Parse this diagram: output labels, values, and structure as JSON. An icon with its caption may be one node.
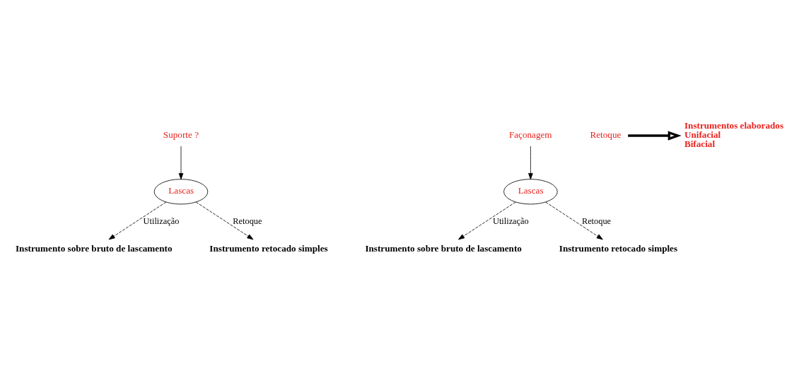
{
  "diagram": {
    "nodes": [
      {
        "text": [
          "Suporte ?"
        ]
      },
      {
        "text": [
          "Façonagem"
        ]
      },
      {
        "text": [
          "Lascas"
        ]
      },
      {
        "text": [
          "Instrumento sobre bruto de lascamento"
        ]
      },
      {
        "text": [
          "Instrumento retocado simples"
        ]
      },
      {
        "text": [
          "Retoque"
        ]
      },
      {
        "text": [
          "Lascas"
        ]
      },
      {
        "text": [
          "Instrumentos elaborados",
          "Unifacial",
          "Bifacial"
        ]
      },
      {
        "text": [
          "Instrumento sobre bruto de lascamento"
        ]
      },
      {
        "text": [
          "Instrumento retocado simples"
        ]
      }
    ],
    "edges": [
      {
        "from": 0,
        "to": 2,
        "arrow": "to"
      },
      {
        "from": 1,
        "to": 6,
        "arrow": "to"
      },
      {
        "from": 2,
        "to": 3,
        "arrow": "to",
        "label": "Utilização",
        "style": "dashed"
      },
      {
        "from": 2,
        "to": 4,
        "arrow": "to",
        "label": "Retoque",
        "style": "dashed"
      },
      {
        "from": 5,
        "to": 7,
        "arrow": "to",
        "style": "thick"
      },
      {
        "from": 6,
        "to": 8,
        "arrow": "to",
        "label": "Utilização",
        "style": "dashed"
      },
      {
        "from": 6,
        "to": 9,
        "arrow": "to",
        "label": "Retoque",
        "style": "dashed"
      }
    ]
  }
}
